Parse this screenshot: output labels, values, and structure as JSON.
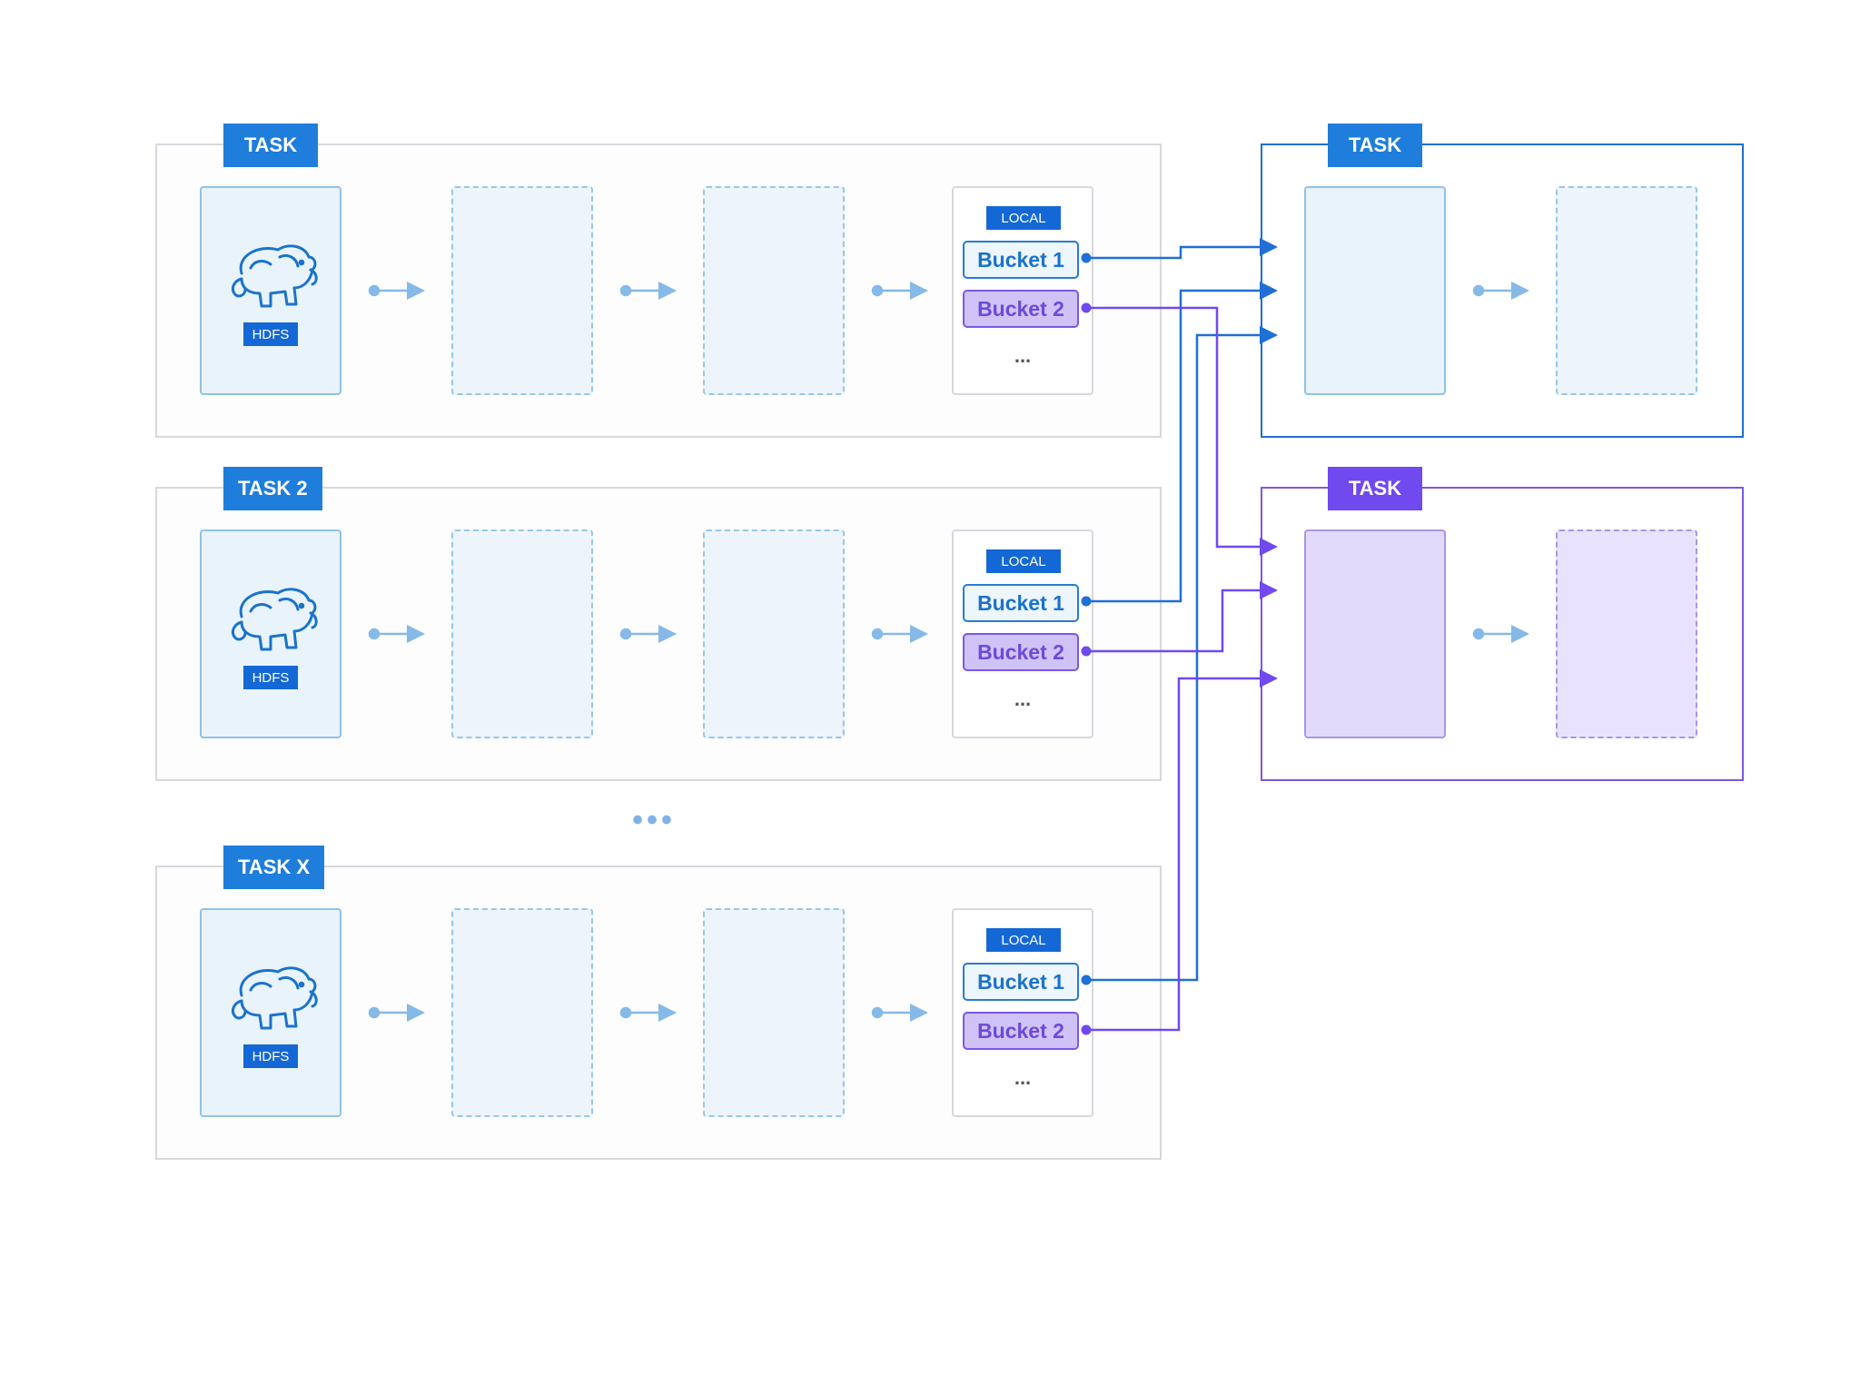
{
  "colors": {
    "blue": "#1f6fd6",
    "purple": "#7049ef",
    "arrow_light": "#85b9e8"
  },
  "task_groups": [
    {
      "label": "TASK",
      "hdfs": "HDFS",
      "local": "LOCAL",
      "bucket1": "Bucket 1",
      "bucket2": "Bucket 2",
      "more": "..."
    },
    {
      "label": "TASK 2",
      "hdfs": "HDFS",
      "local": "LOCAL",
      "bucket1": "Bucket 1",
      "bucket2": "Bucket 2",
      "more": "..."
    },
    {
      "label": "TASK X",
      "hdfs": "HDFS",
      "local": "LOCAL",
      "bucket1": "Bucket 1",
      "bucket2": "Bucket 2",
      "more": "..."
    }
  ],
  "between_groups": "•••",
  "targets": [
    {
      "label": "TASK",
      "color": "blue"
    },
    {
      "label": "TASK",
      "color": "purple"
    }
  ],
  "icons": {
    "source": "hadoop-elephant-icon"
  }
}
